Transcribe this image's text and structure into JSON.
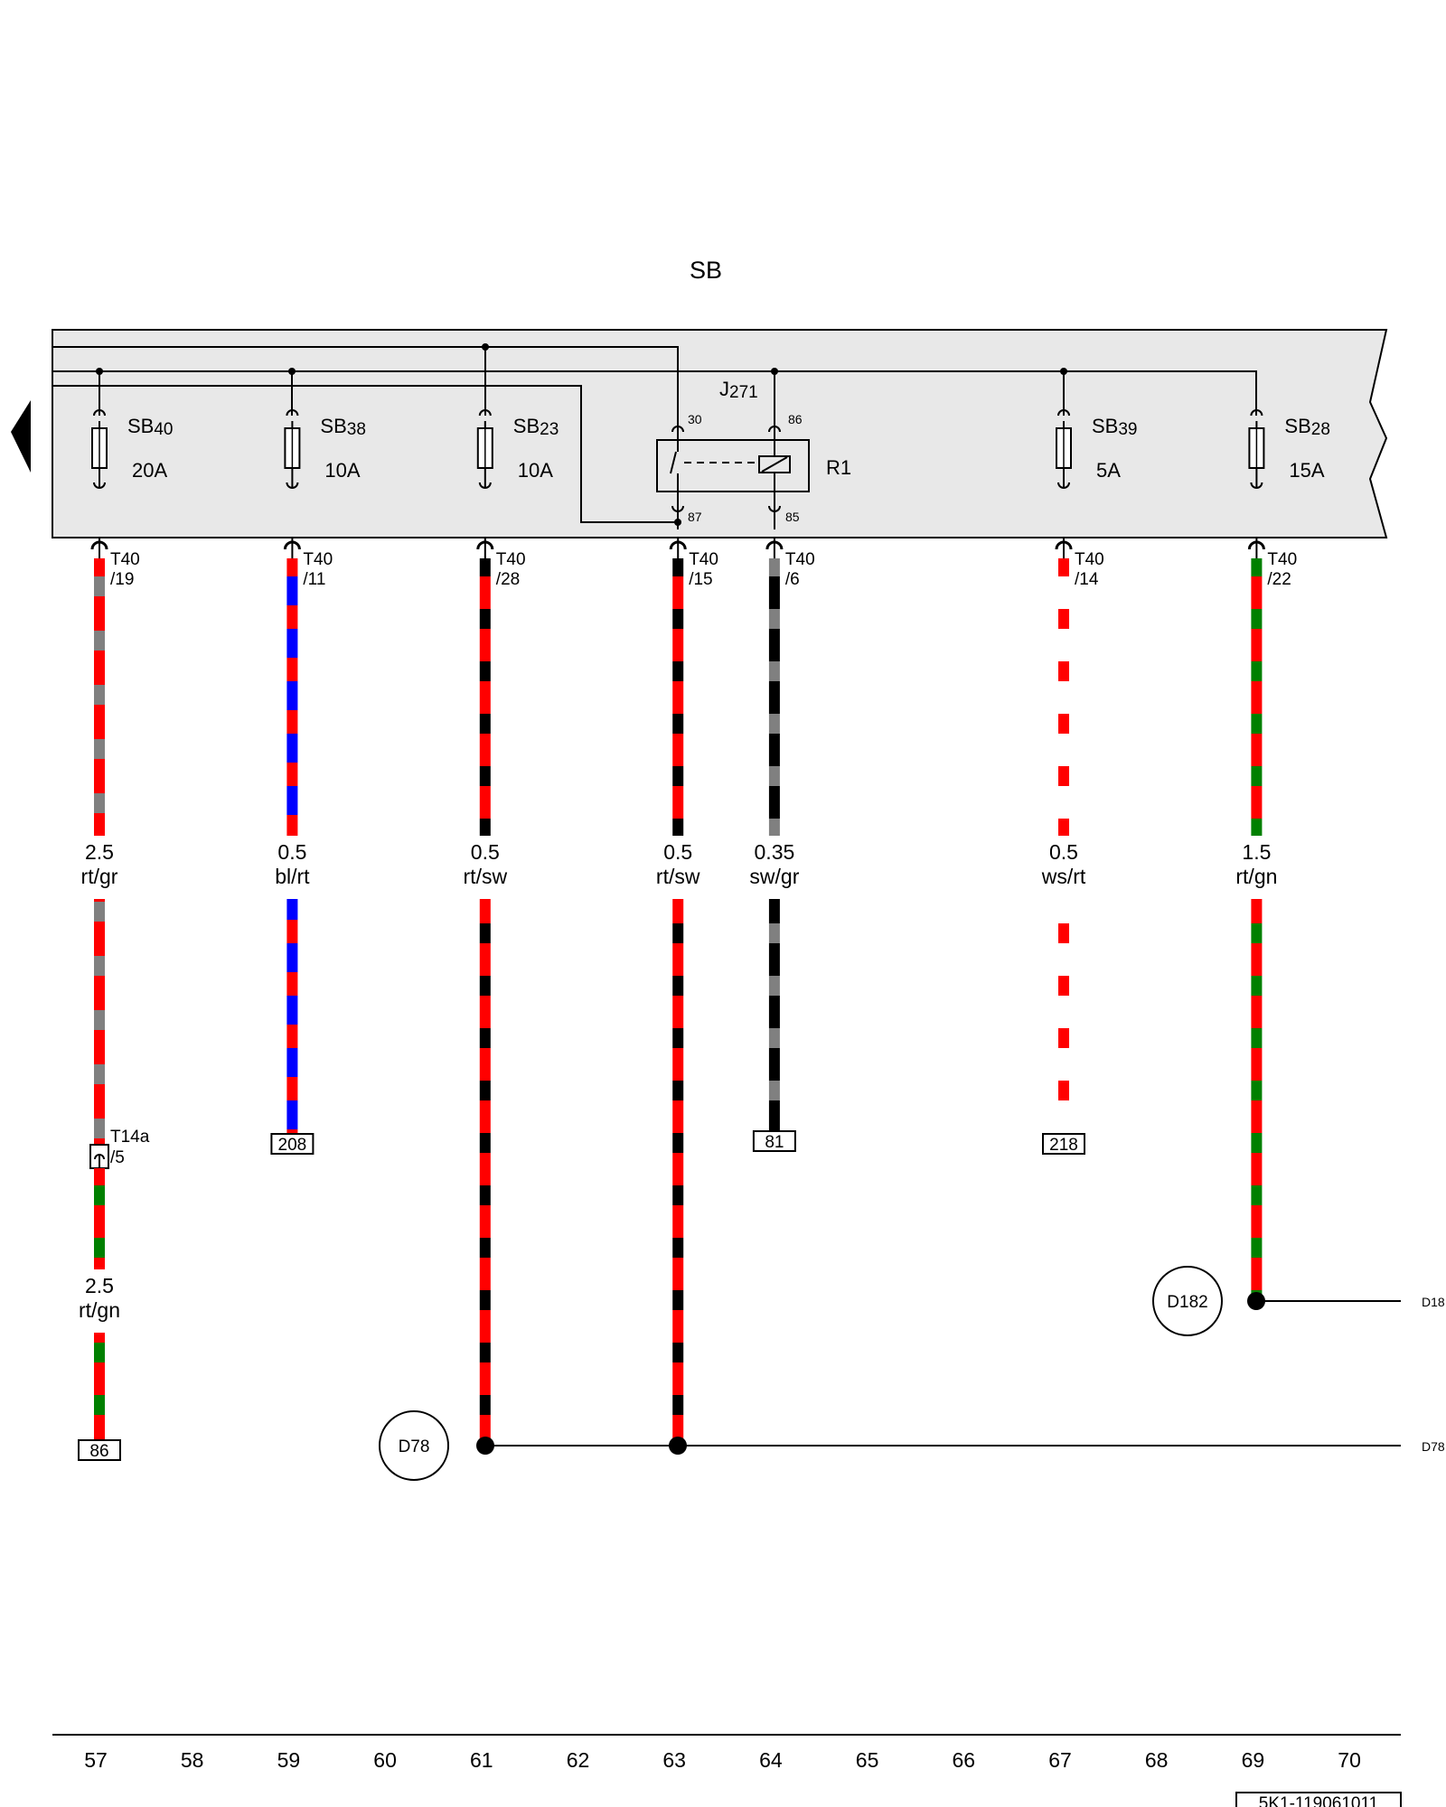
{
  "diagram": {
    "unit_label": "SB",
    "footer_code": "5K1-119061011",
    "colors": {
      "rt": "#ff0000",
      "gr": "#808080",
      "bl": "#0000ff",
      "sw": "#000000",
      "ws": "#ffffff",
      "gn": "#008000"
    },
    "fuses": [
      {
        "name_base": "SB",
        "name_sub": "40",
        "rating": "20A",
        "col": 57
      },
      {
        "name_base": "SB",
        "name_sub": "38",
        "rating": "10A",
        "col": 59
      },
      {
        "name_base": "SB",
        "name_sub": "23",
        "rating": "10A",
        "col": 61
      },
      {
        "name_base": "SB",
        "name_sub": "39",
        "rating": "5A",
        "col": 67
      },
      {
        "name_base": "SB",
        "name_sub": "28",
        "rating": "15A",
        "col": 69
      }
    ],
    "relay": {
      "name_base": "J",
      "name_sub": "271",
      "label": "R1",
      "pin_30": "30",
      "pin_86": "86",
      "pin_87": "87",
      "pin_85": "85"
    },
    "wires": [
      {
        "col": 57,
        "connector": "T40",
        "pin": "/19",
        "size": "2.5",
        "color": "rt/gr",
        "mid_connector": "T14a",
        "mid_pin": "/5",
        "size2": "2.5",
        "color2": "rt/gn",
        "ref": "86"
      },
      {
        "col": 59,
        "connector": "T40",
        "pin": "/11",
        "size": "0.5",
        "color": "bl/rt",
        "ref": "208"
      },
      {
        "col": 61,
        "connector": "T40",
        "pin": "/28",
        "size": "0.5",
        "color": "rt/sw"
      },
      {
        "col": 63,
        "connector": "T40",
        "pin": "/15",
        "size": "0.5",
        "color": "rt/sw"
      },
      {
        "col": 64,
        "connector": "T40",
        "pin": "/6",
        "size": "0.35",
        "color": "sw/gr",
        "ref": "81"
      },
      {
        "col": 67,
        "connector": "T40",
        "pin": "/14",
        "size": "0.5",
        "color": "ws/rt",
        "ref": "218"
      },
      {
        "col": 69,
        "connector": "T40",
        "pin": "/22",
        "size": "1.5",
        "color": "rt/gn"
      }
    ],
    "splices": [
      {
        "label": "D78",
        "edge_label": "D78"
      },
      {
        "label": "D182",
        "edge_label": "D18"
      }
    ],
    "columns": [
      "57",
      "58",
      "59",
      "60",
      "61",
      "62",
      "63",
      "64",
      "65",
      "66",
      "67",
      "68",
      "69",
      "70"
    ]
  }
}
